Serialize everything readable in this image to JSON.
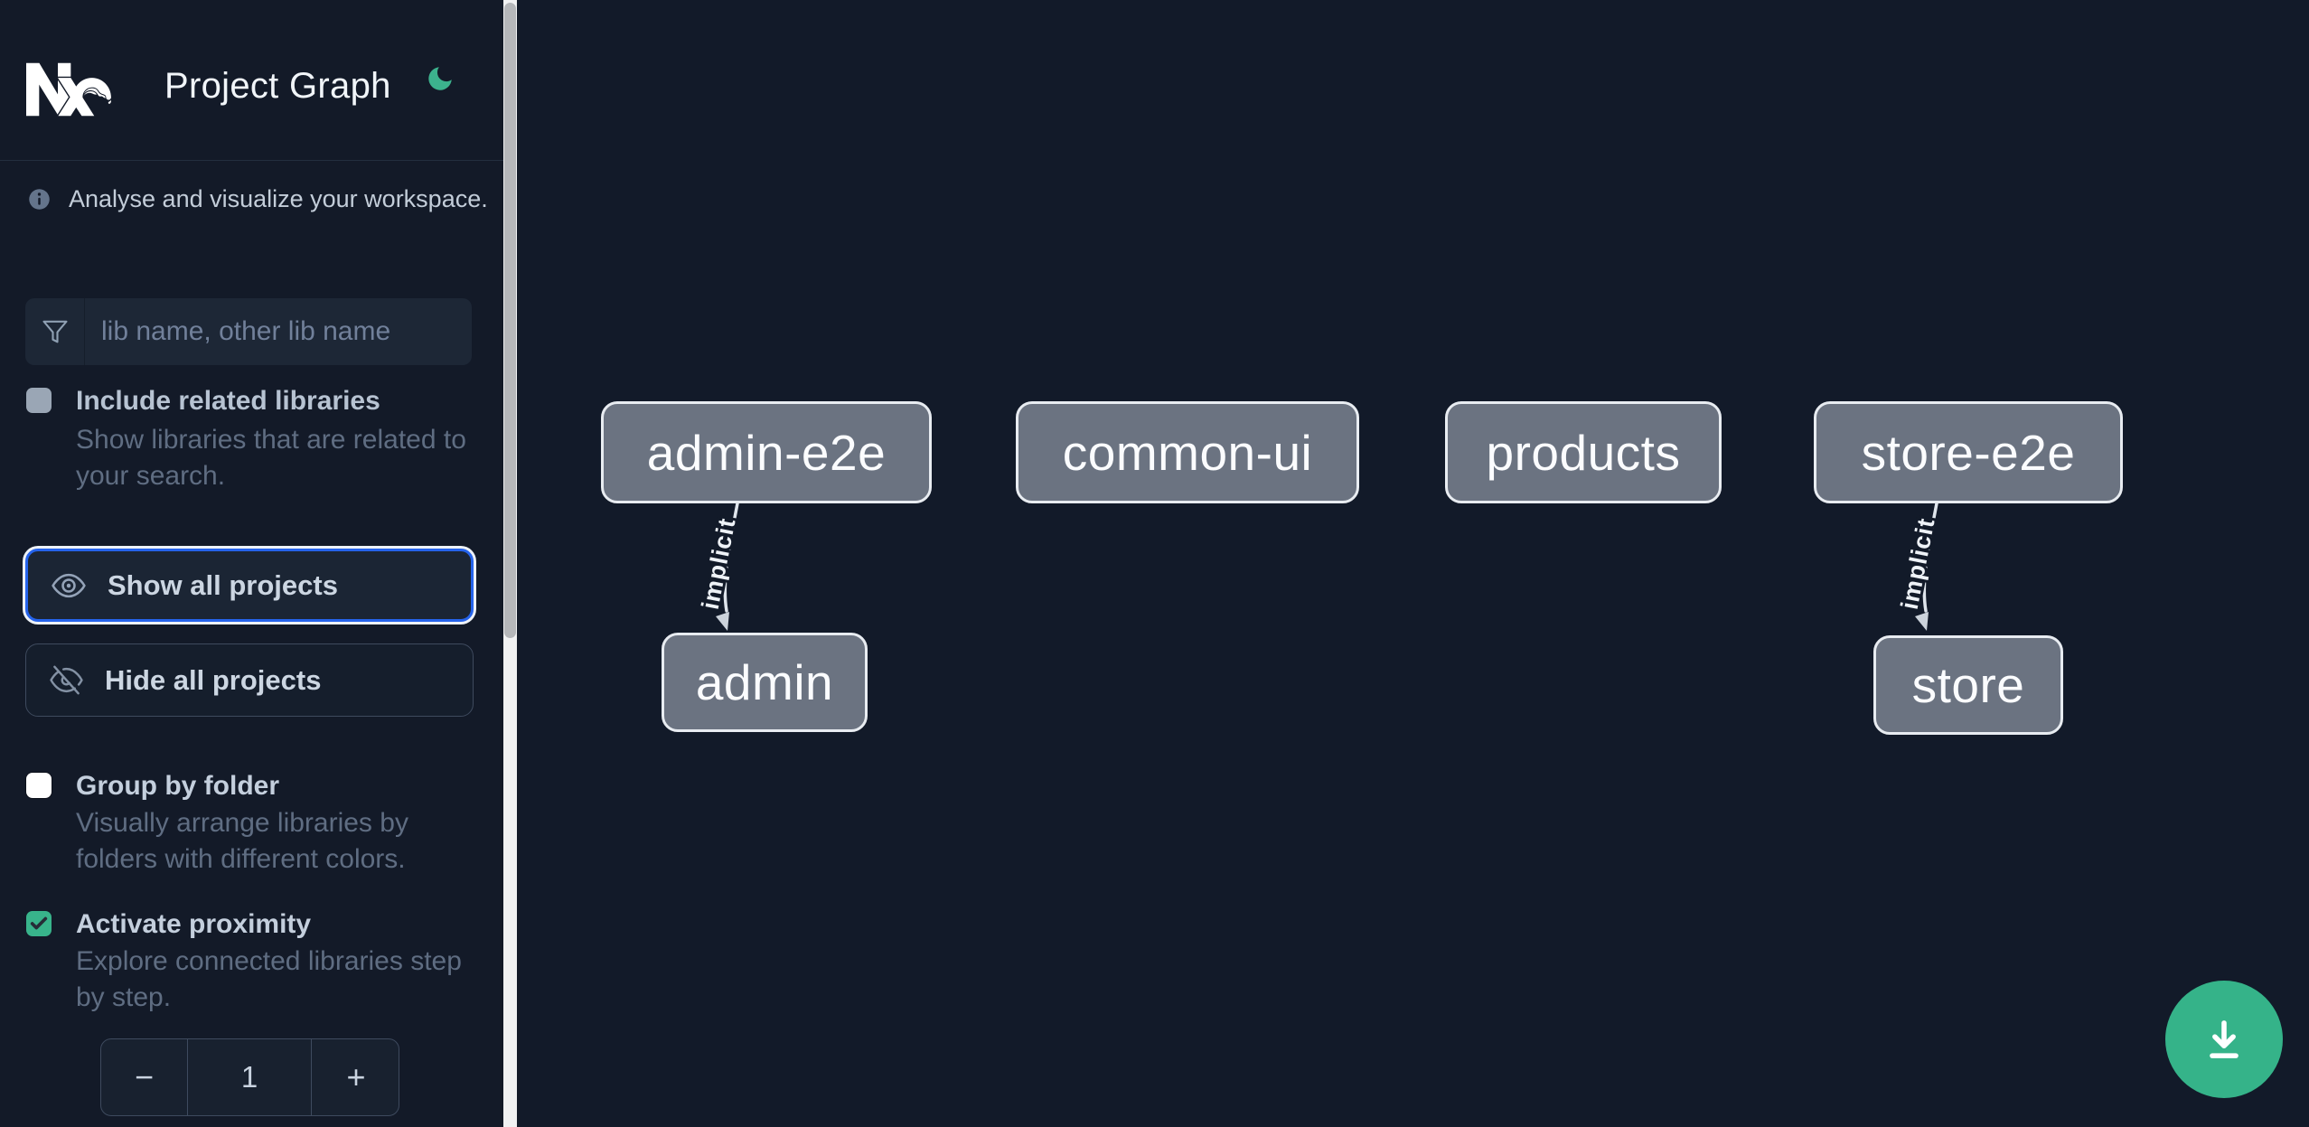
{
  "header": {
    "title": "Project Graph"
  },
  "sidebar": {
    "info_text": "Analyse and visualize your workspace.",
    "search": {
      "placeholder": "lib name, other lib name",
      "value": ""
    },
    "include_related": {
      "label": "Include related libraries",
      "description": "Show libraries that are related to your search.",
      "checked": false
    },
    "show_all": {
      "label": "Show all projects"
    },
    "hide_all": {
      "label": "Hide all projects"
    },
    "group_by_folder": {
      "label": "Group by folder",
      "description": "Visually arrange libraries by folders with different colors.",
      "checked": false
    },
    "activate_proximity": {
      "label": "Activate proximity",
      "description": "Explore connected libraries step by step.",
      "checked": true
    },
    "proximity_stepper": {
      "decrement_label": "−",
      "value": "1",
      "increment_label": "+"
    }
  },
  "graph": {
    "nodes": [
      {
        "label": "admin-e2e"
      },
      {
        "label": "common-ui"
      },
      {
        "label": "products"
      },
      {
        "label": "store-e2e"
      },
      {
        "label": "admin"
      },
      {
        "label": "store"
      }
    ],
    "edges": [
      {
        "from": "admin-e2e",
        "to": "admin",
        "label": "implicit"
      },
      {
        "from": "store-e2e",
        "to": "store",
        "label": "implicit"
      }
    ]
  },
  "icons": {
    "logo": "nx-logo",
    "theme": "moon-icon",
    "info": "info-icon",
    "search": "filter-funnel-icon",
    "show": "eye-icon",
    "hide": "eye-off-icon",
    "fab": "download-icon"
  },
  "colors": {
    "background": "#121a29",
    "accent_green": "#38b48b",
    "focus_blue": "#2563eb",
    "node_fill": "#6b7381",
    "node_border": "#e8ecf1"
  }
}
